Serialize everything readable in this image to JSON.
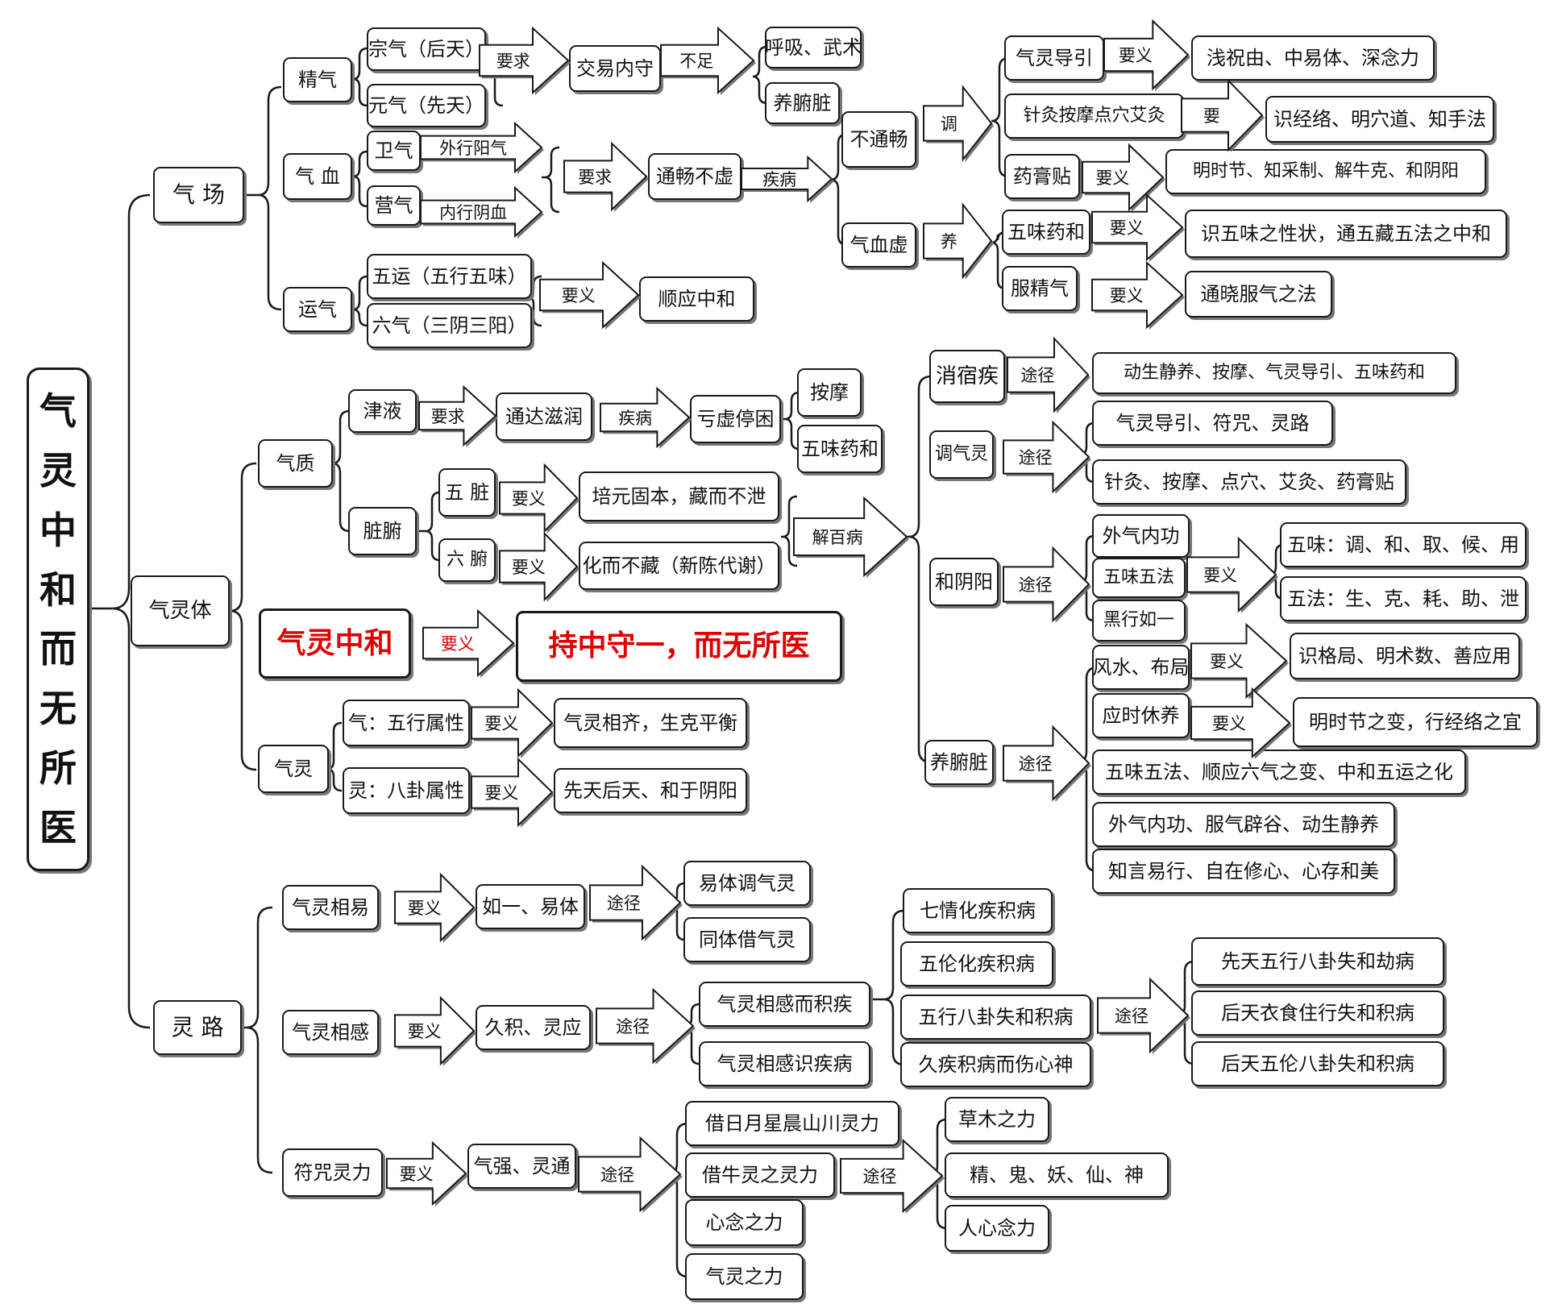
{
  "title": [
    "气",
    "灵",
    "中",
    "和",
    "而",
    "无",
    "所",
    "医"
  ],
  "nodes": {
    "qichang": "气 场",
    "jingqi": "精气",
    "zongqi": "宗气（后天）",
    "yuanqi": "元气（先天）",
    "jiaoyi": "交易内守",
    "huxi": "呼吸、武术",
    "yangfu1": "养腑脏",
    "qixue": "气 血",
    "weiqi": "卫气",
    "yingqi": "营气",
    "tongchang": "通畅不虚",
    "butong": "不通畅",
    "qixuexu": "气血虚",
    "yunqi": "运气",
    "wuyun": "五运（五行五味）",
    "liuqi": "六气（三阴三阳）",
    "shunying": "顺应中和",
    "qldy": "气灵导引",
    "qianzhu": "浅祝由、中易体、深念力",
    "zhenjiu": "针灸按摩点穴艾灸",
    "shijingluo": "识经络、明穴道、知手法",
    "yaogao": "药膏贴",
    "mingshijie": "明时节、知采制、解牛克、和阴阳",
    "wuweiyaohe1": "五味药和",
    "shiwuwei": "识五味之性状，通五藏五法之中和",
    "fujingqi": "服精气",
    "tongxiao": "通晓服气之法",
    "qilingti": "气灵体",
    "qizhi": "气质",
    "jinye": "津液",
    "tongda": "通达滋润",
    "kuixu": "亏虚停困",
    "anmo": "按摩",
    "wuweiyaohe2": "五味药和",
    "zangfu": "脏腑",
    "wuzang": "五 脏",
    "liufu": "六 腑",
    "peiyuan": "培元固本，藏而不泄",
    "huaer": "化而不藏（新陈代谢）",
    "xiaosu": "消宿疾",
    "xiaosu_r": "动生静养、按摩、气灵导引、五味药和",
    "tiaoqiling": "调气灵",
    "tq_r1": "气灵导引、符咒、灵路",
    "tq_r2": "针灸、按摩、点穴、艾灸、药膏贴",
    "heyinyang": "和阴阳",
    "waiqi": "外气内功",
    "wuweiwufa": "五味五法",
    "heixing": "黑行如一",
    "wuwei5": "五味：调、和、取、候、用",
    "wufa5": "五法：生、克、耗、助、泄",
    "qlzh": "气灵中和",
    "chizhong": "持中守一，而无所医",
    "qiling": "气灵",
    "qiwx": "气：五行属性",
    "lingbg": "灵：八卦属性",
    "qiqi": "气灵相齐，生克平衡",
    "xiantian": "先天后天、和于阴阳",
    "fengshui": "风水、布局",
    "yingshi": "应时休养",
    "shigeju": "识格局、明术数、善应用",
    "mingshijie2": "明时节之变，行经络之宜",
    "yangfuzang": "养腑脏",
    "yfz1": "五味五法、顺应六气之变、中和五运之化",
    "yfz2": "外气内功、服气辟谷、动生静养",
    "yfz3": "知言易行、自在修心、心存和美",
    "linglu": "灵 路",
    "xiangyi": "气灵相易",
    "ruyi": "如一、易体",
    "yiti": "易体调气灵",
    "tongti": "同体借气灵",
    "xianggan": "气灵相感",
    "jiuji": "久积、灵应",
    "xgji": "气灵相感而积疾",
    "xgshi": "气灵相感识疾病",
    "qiqing": "七情化疾积病",
    "wulun": "五伦化疾积病",
    "wxbg": "五行八卦失和积病",
    "jiuji2": "久疾积病而伤心神",
    "xt1": "先天五行八卦失和劫病",
    "ht1": "后天衣食住行失和积病",
    "ht2": "后天五伦八卦失和积病",
    "fuzhou": "符咒灵力",
    "qiqiang": "气强、灵通",
    "jieri": "借日月星晨山川灵力",
    "jieniu": "借牛灵之灵力",
    "xinnian": "心念之力",
    "qilingzhili": "气灵之力",
    "caomu": "草木之力",
    "jinggui": "精、鬼、妖、仙、神",
    "renxin": "人心念力"
  },
  "arrows": {
    "a1": "要求",
    "a2": "不足",
    "a3": "外行阳气",
    "a4": "内行阴血",
    "a5": "要求",
    "a6": "疾病",
    "a7": "要义",
    "a8": "调",
    "a9": "养",
    "a10": "要义",
    "a11": "要",
    "a12": "要义",
    "a13": "要义",
    "a14": "要义",
    "a15": "要求",
    "a16": "疾病",
    "a17": "要义",
    "a18": "要义",
    "a19": "解百病",
    "a20": "途径",
    "a21": "途径",
    "a22": "途径",
    "a23": "要义",
    "a24": "要义",
    "a25": "要义",
    "a26": "要义",
    "a27": "要义",
    "a28": "要义",
    "a29": "途径",
    "a30": "要义",
    "a31": "途径",
    "a32": "要义",
    "a33": "途径",
    "a34": "途径",
    "a35": "要义",
    "a36": "途径",
    "a37": "途径"
  },
  "colors": {
    "line": "#1a1a1a",
    "accent": "#e00000",
    "shadow": "#777777"
  }
}
